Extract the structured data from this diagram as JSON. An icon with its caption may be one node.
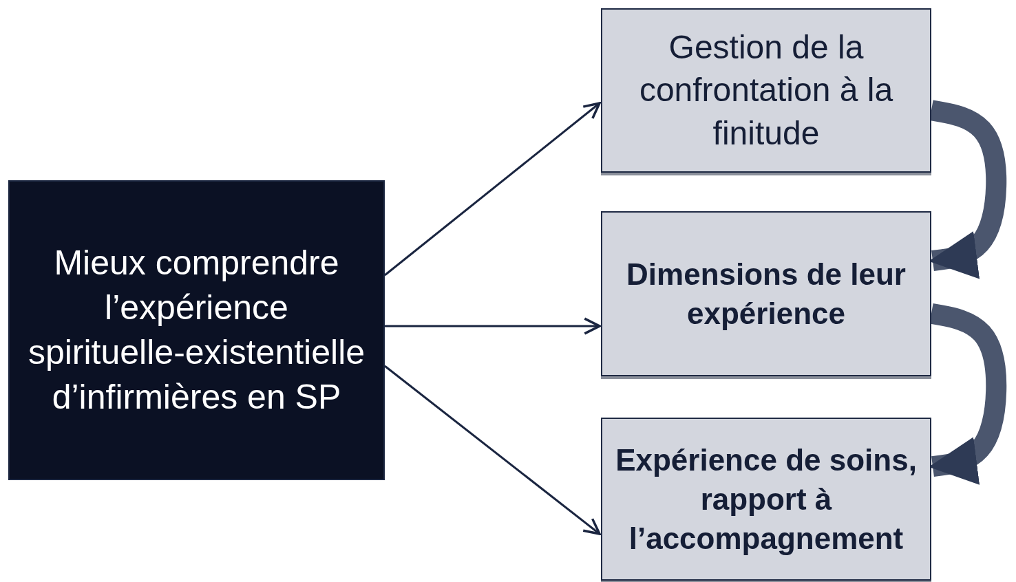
{
  "diagram": {
    "nodes": [
      {
        "text": [
          "Mieux comprendre l’expérience spirituelle-existentielle d’infirmières en SP"
        ]
      },
      {
        "text": [
          "Gestion de la confrontation à la finitude"
        ]
      },
      {
        "text": [
          "Dimensions de leur expérience"
        ]
      },
      {
        "text": [
          "Expérience de soins, rapport à l’accompagnement"
        ]
      }
    ],
    "edges": [
      {
        "from": 0,
        "to": 1,
        "arrow": "to"
      },
      {
        "from": 0,
        "to": 2,
        "arrow": "to"
      },
      {
        "from": 0,
        "to": 3,
        "arrow": "to"
      },
      {
        "from": 1,
        "to": 2,
        "arrow": "to",
        "style": "thick",
        "color": "#4b566e"
      },
      {
        "from": 2,
        "to": 3,
        "arrow": "to",
        "style": "thick",
        "color": "#4b566e"
      }
    ]
  }
}
